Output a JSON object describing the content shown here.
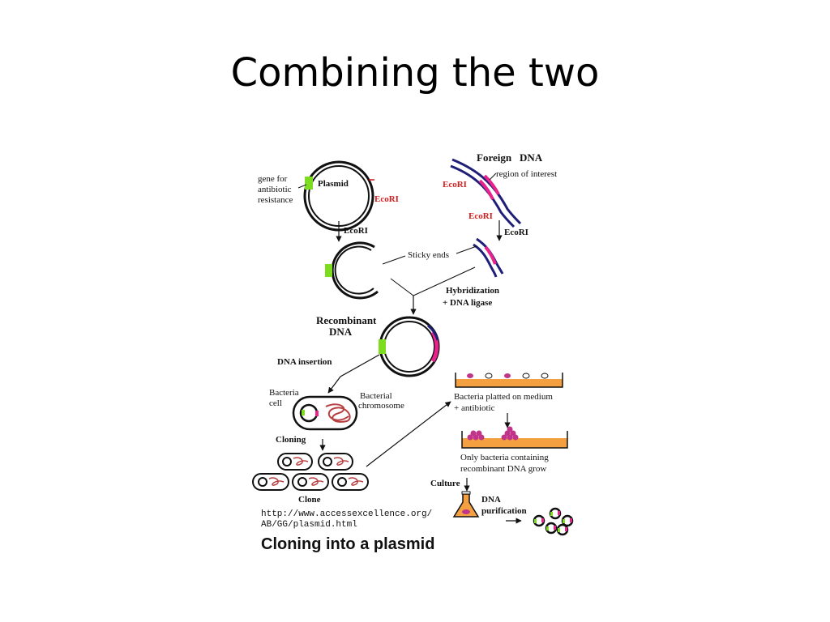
{
  "slide": {
    "title": "Combining the two"
  },
  "diagram": {
    "labels": {
      "gene_for": "gene for",
      "antibiotic": "antibiotic",
      "resistance": "resistance",
      "plasmid": "Plasmid",
      "ecori_plasmid_site": "EcoRI",
      "ecori_step1": "EcoRI",
      "foreign": "Foreign",
      "dna": "DNA",
      "region_of_interest": "region of interest",
      "ecori_foreign_top": "EcoRI",
      "ecori_foreign_bottom": "EcoRI",
      "ecori_step2": "EcoRI",
      "sticky_ends": "Sticky ends",
      "hybridization": "Hybridization",
      "dna_ligase": "+ DNA ligase",
      "recombinant": "Recombinant",
      "recombinant_dna": "DNA",
      "dna_insertion": "DNA insertion",
      "bacteria": "Bacteria",
      "cell": "cell",
      "bacterial": "Bacterial",
      "chromosome": "chromosome",
      "cloning": "Cloning",
      "clone": "Clone",
      "bacteria_platted": "Bacteria platted on medium",
      "plus_antibiotic": "+ antibiotic",
      "only_bacteria": "Only bacteria containing",
      "recombinant_grow": "recombinant DNA grow",
      "culture": "Culture",
      "dna_purif_1": "DNA",
      "dna_purif_2": "purification",
      "url_1": "http://www.accessexcellence.org/",
      "url_2": "AB/GG/plasmid.html",
      "caption": "Cloning into a plasmid"
    },
    "colors": {
      "resistance_gene": "#7ddc1f",
      "insert": "#e8238c",
      "foreign_strand": "#1f1f7a",
      "plate": "#f5a040",
      "colony": "#c0358a"
    }
  }
}
